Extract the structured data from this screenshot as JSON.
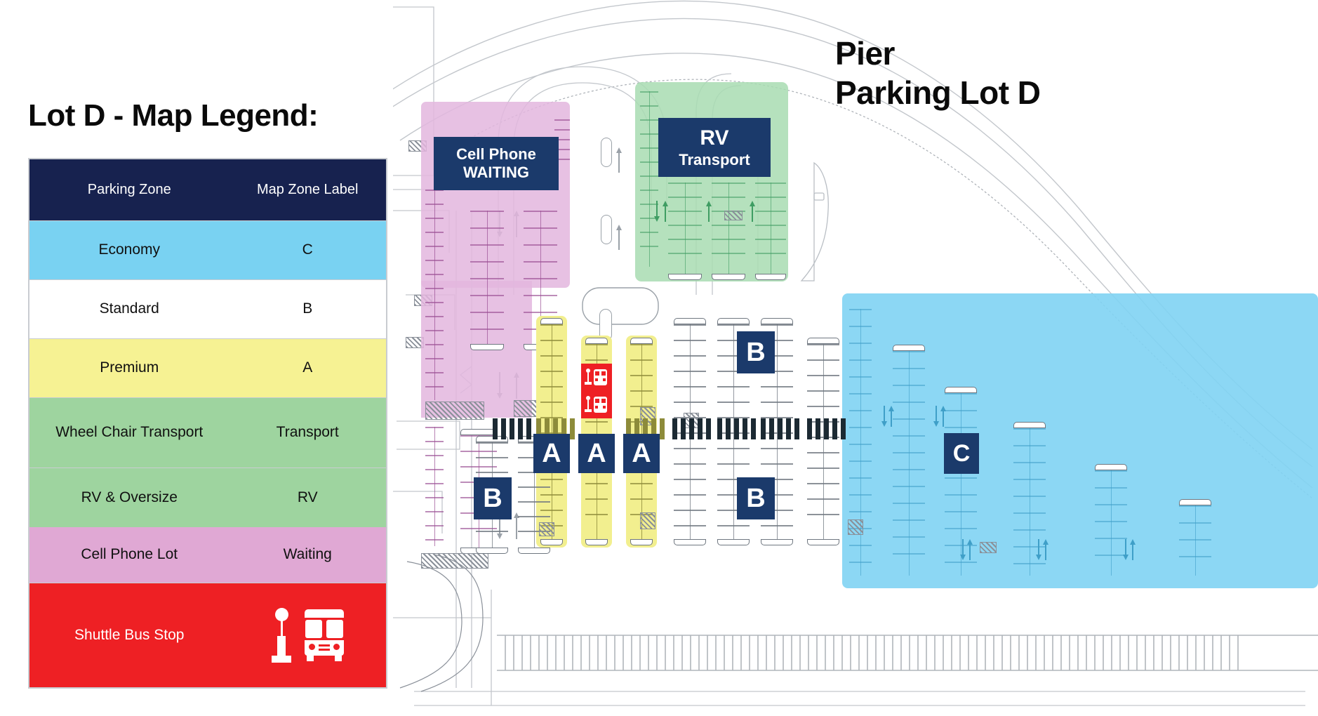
{
  "legend": {
    "title": "Lot D - Map Legend:",
    "header": {
      "col1": "Parking Zone",
      "col2": "Map Zone Label"
    },
    "rows": [
      {
        "zone": "Economy",
        "label": "C",
        "color": "#79d2f2"
      },
      {
        "zone": "Standard",
        "label": "B",
        "color": "#ffffff"
      },
      {
        "zone": "Premium",
        "label": "A",
        "color": "#f6f293"
      },
      {
        "zone": "Wheel Chair Transport",
        "label": "Transport",
        "color": "#9ed49f"
      },
      {
        "zone": "RV & Oversize",
        "label": "RV",
        "color": "#9ed49f"
      },
      {
        "zone": "Cell Phone Lot",
        "label": "Waiting",
        "color": "#e0a8d4"
      },
      {
        "zone": "Shuttle Bus Stop",
        "label": "",
        "color": "#ee2024"
      }
    ],
    "shuttle_icons": {
      "sign": "bus-stop-sign-icon",
      "bus": "bus-front-icon"
    }
  },
  "map": {
    "title_line1": "Pier",
    "title_line2": "Parking Lot D",
    "zones": {
      "cell_phone": {
        "line1": "Cell Phone",
        "line2": "WAITING",
        "fill": "#e3b6de"
      },
      "rv": {
        "line1": "RV",
        "line2": "Transport",
        "fill": "#a8dcb2"
      },
      "economy": {
        "fill": "#7fd3f3"
      },
      "premium": {
        "fill": "#f2ef8f"
      }
    },
    "markers": [
      {
        "label": "B",
        "name": "zone-marker-b-upper"
      },
      {
        "label": "B",
        "name": "zone-marker-b-lower"
      },
      {
        "label": "B",
        "name": "zone-marker-b-west"
      },
      {
        "label": "A",
        "name": "zone-marker-a-1"
      },
      {
        "label": "A",
        "name": "zone-marker-a-2"
      },
      {
        "label": "A",
        "name": "zone-marker-a-3"
      },
      {
        "label": "C",
        "name": "zone-marker-c"
      }
    ],
    "shuttle_stop": {
      "name": "shuttle-bus-stop-marker",
      "color": "#ee2024"
    },
    "marker_color": "#1b3a6b"
  }
}
